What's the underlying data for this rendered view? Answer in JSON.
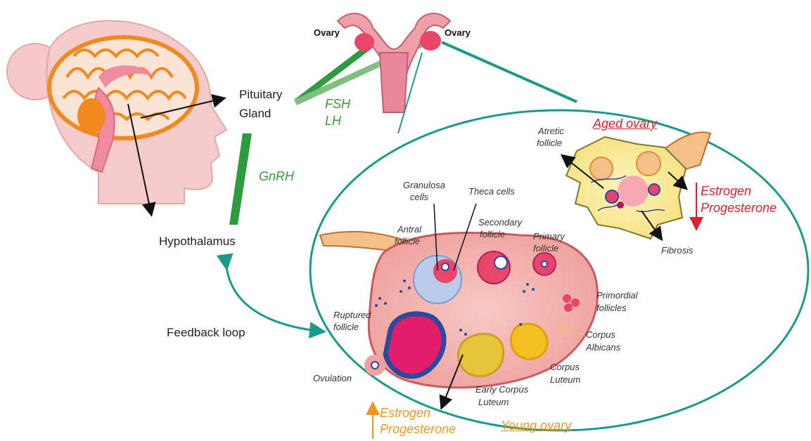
{
  "labels": {
    "ovary_left": "Ovary",
    "ovary_right": "Ovary",
    "pituitary": [
      "Pituitary",
      "Gland"
    ],
    "fsh": "FSH",
    "lh": "LH",
    "gnrh": "GnRH",
    "hypothalamus": "Hypothalamus",
    "feedback": "Feedback loop",
    "aged_ovary": "Aged ovary",
    "young_ovary": "Young ovary",
    "atretic": [
      "Atretic",
      "follicle"
    ],
    "fibrosis": "Fibrosis",
    "aged_hormones": [
      "Estrogen",
      "Progesterone"
    ],
    "young_hormones": [
      "Estrogen",
      "Progesterone"
    ],
    "granulosa": [
      "Granulosa",
      "cells"
    ],
    "theca": "Theca cells",
    "antral": [
      "Antral",
      "follicle"
    ],
    "secondary": [
      "Secondary",
      "follicle"
    ],
    "primary": [
      "Primary",
      "follicle"
    ],
    "primordial": [
      "Primordial",
      "follicles"
    ],
    "ruptured": [
      "Ruptured",
      "follicle"
    ],
    "corpus_albicans": [
      "Corpus",
      "Albicans"
    ],
    "corpus_luteum": [
      "Corpus",
      "Luteum"
    ],
    "early_corpus_luteum": [
      "Early Corpus",
      "Luteum"
    ],
    "ovulation": "Ovulation"
  },
  "colors": {
    "teal": "#1a9a8a",
    "green": "#3a9a3a",
    "red": "#e0202c",
    "orange": "#f0961e",
    "skin": "#f4c4c4",
    "brain": "#f08a1e",
    "ovary_tissue": "#f0a8a8",
    "follicle_pink": "#e8457a"
  }
}
